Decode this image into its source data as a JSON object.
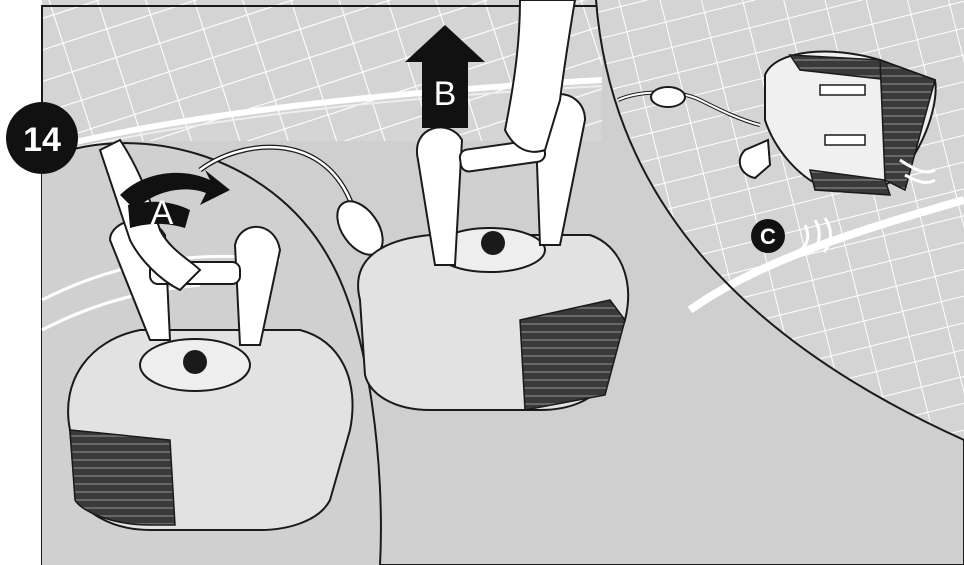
{
  "step": {
    "number": "14"
  },
  "labels": {
    "a": "A",
    "b": "B",
    "c": "C"
  },
  "colors": {
    "pool_floor": "#d0d0d0",
    "tile_grid": "#ffffff",
    "deck": "#e6e6e6",
    "line": "#1a1a1a",
    "robot_body": "#e2e2e2",
    "track": "#3a3a3a",
    "badge": "#111111"
  },
  "icons": [
    "rotate-arrow-icon",
    "lift-arrow-icon",
    "step-badge-icon",
    "movement-lines-icon"
  ]
}
